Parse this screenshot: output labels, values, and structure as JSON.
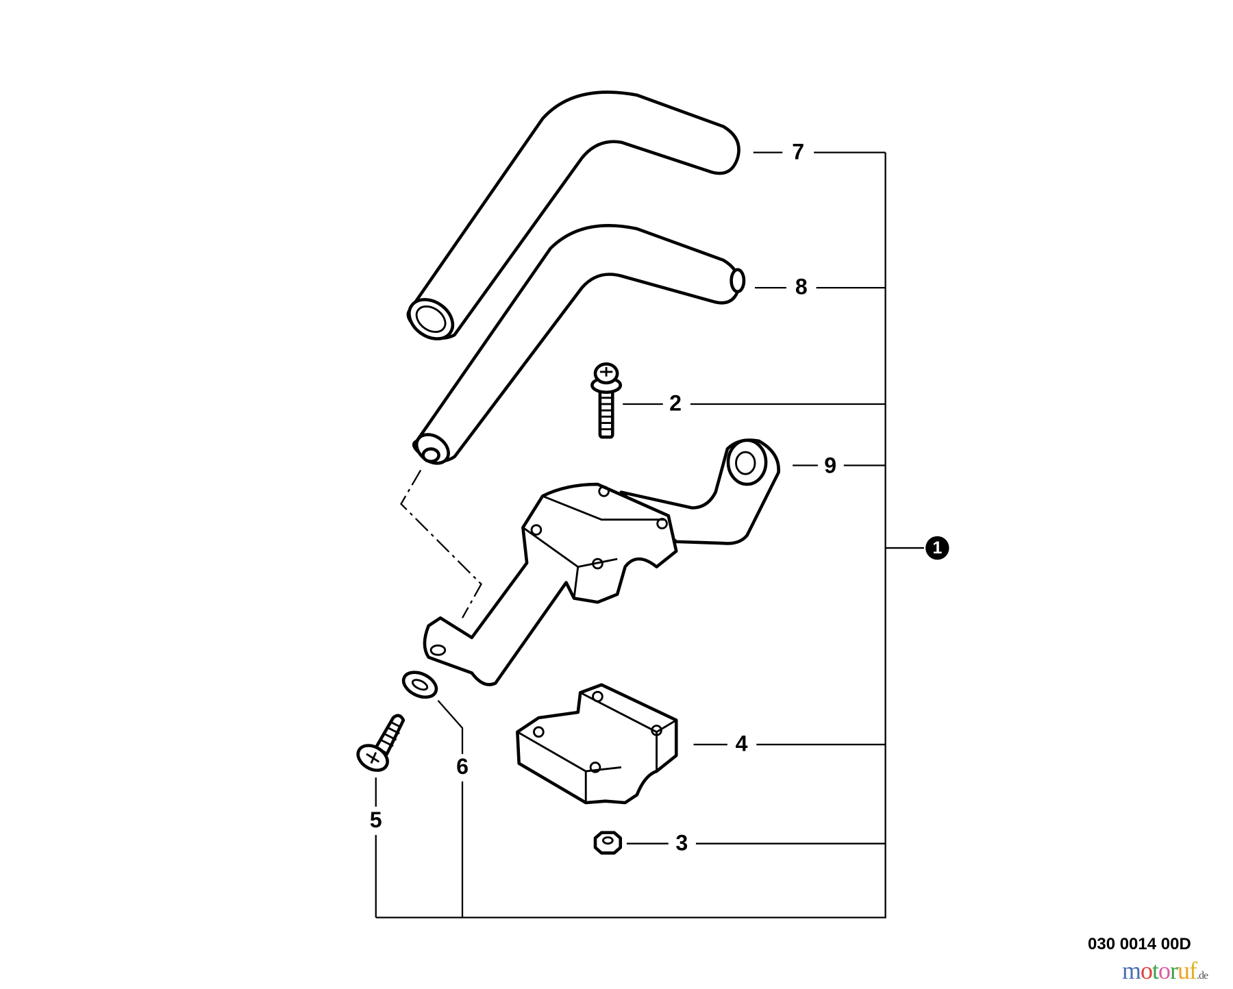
{
  "diagram": {
    "callouts": {
      "c1": "1",
      "c2": "2",
      "c3": "3",
      "c4": "4",
      "c5": "5",
      "c6": "6",
      "c7": "7",
      "c8": "8",
      "c9": "9"
    },
    "drawing_code": "030 0014 00D",
    "watermark": {
      "name": "motoruf",
      "suffix": ".de",
      "colors": [
        "#4a6fb5",
        "#e0413a",
        "#3aa04a",
        "#e05aa0",
        "#3aa04a",
        "#f0a020",
        "#e0b020"
      ]
    }
  }
}
